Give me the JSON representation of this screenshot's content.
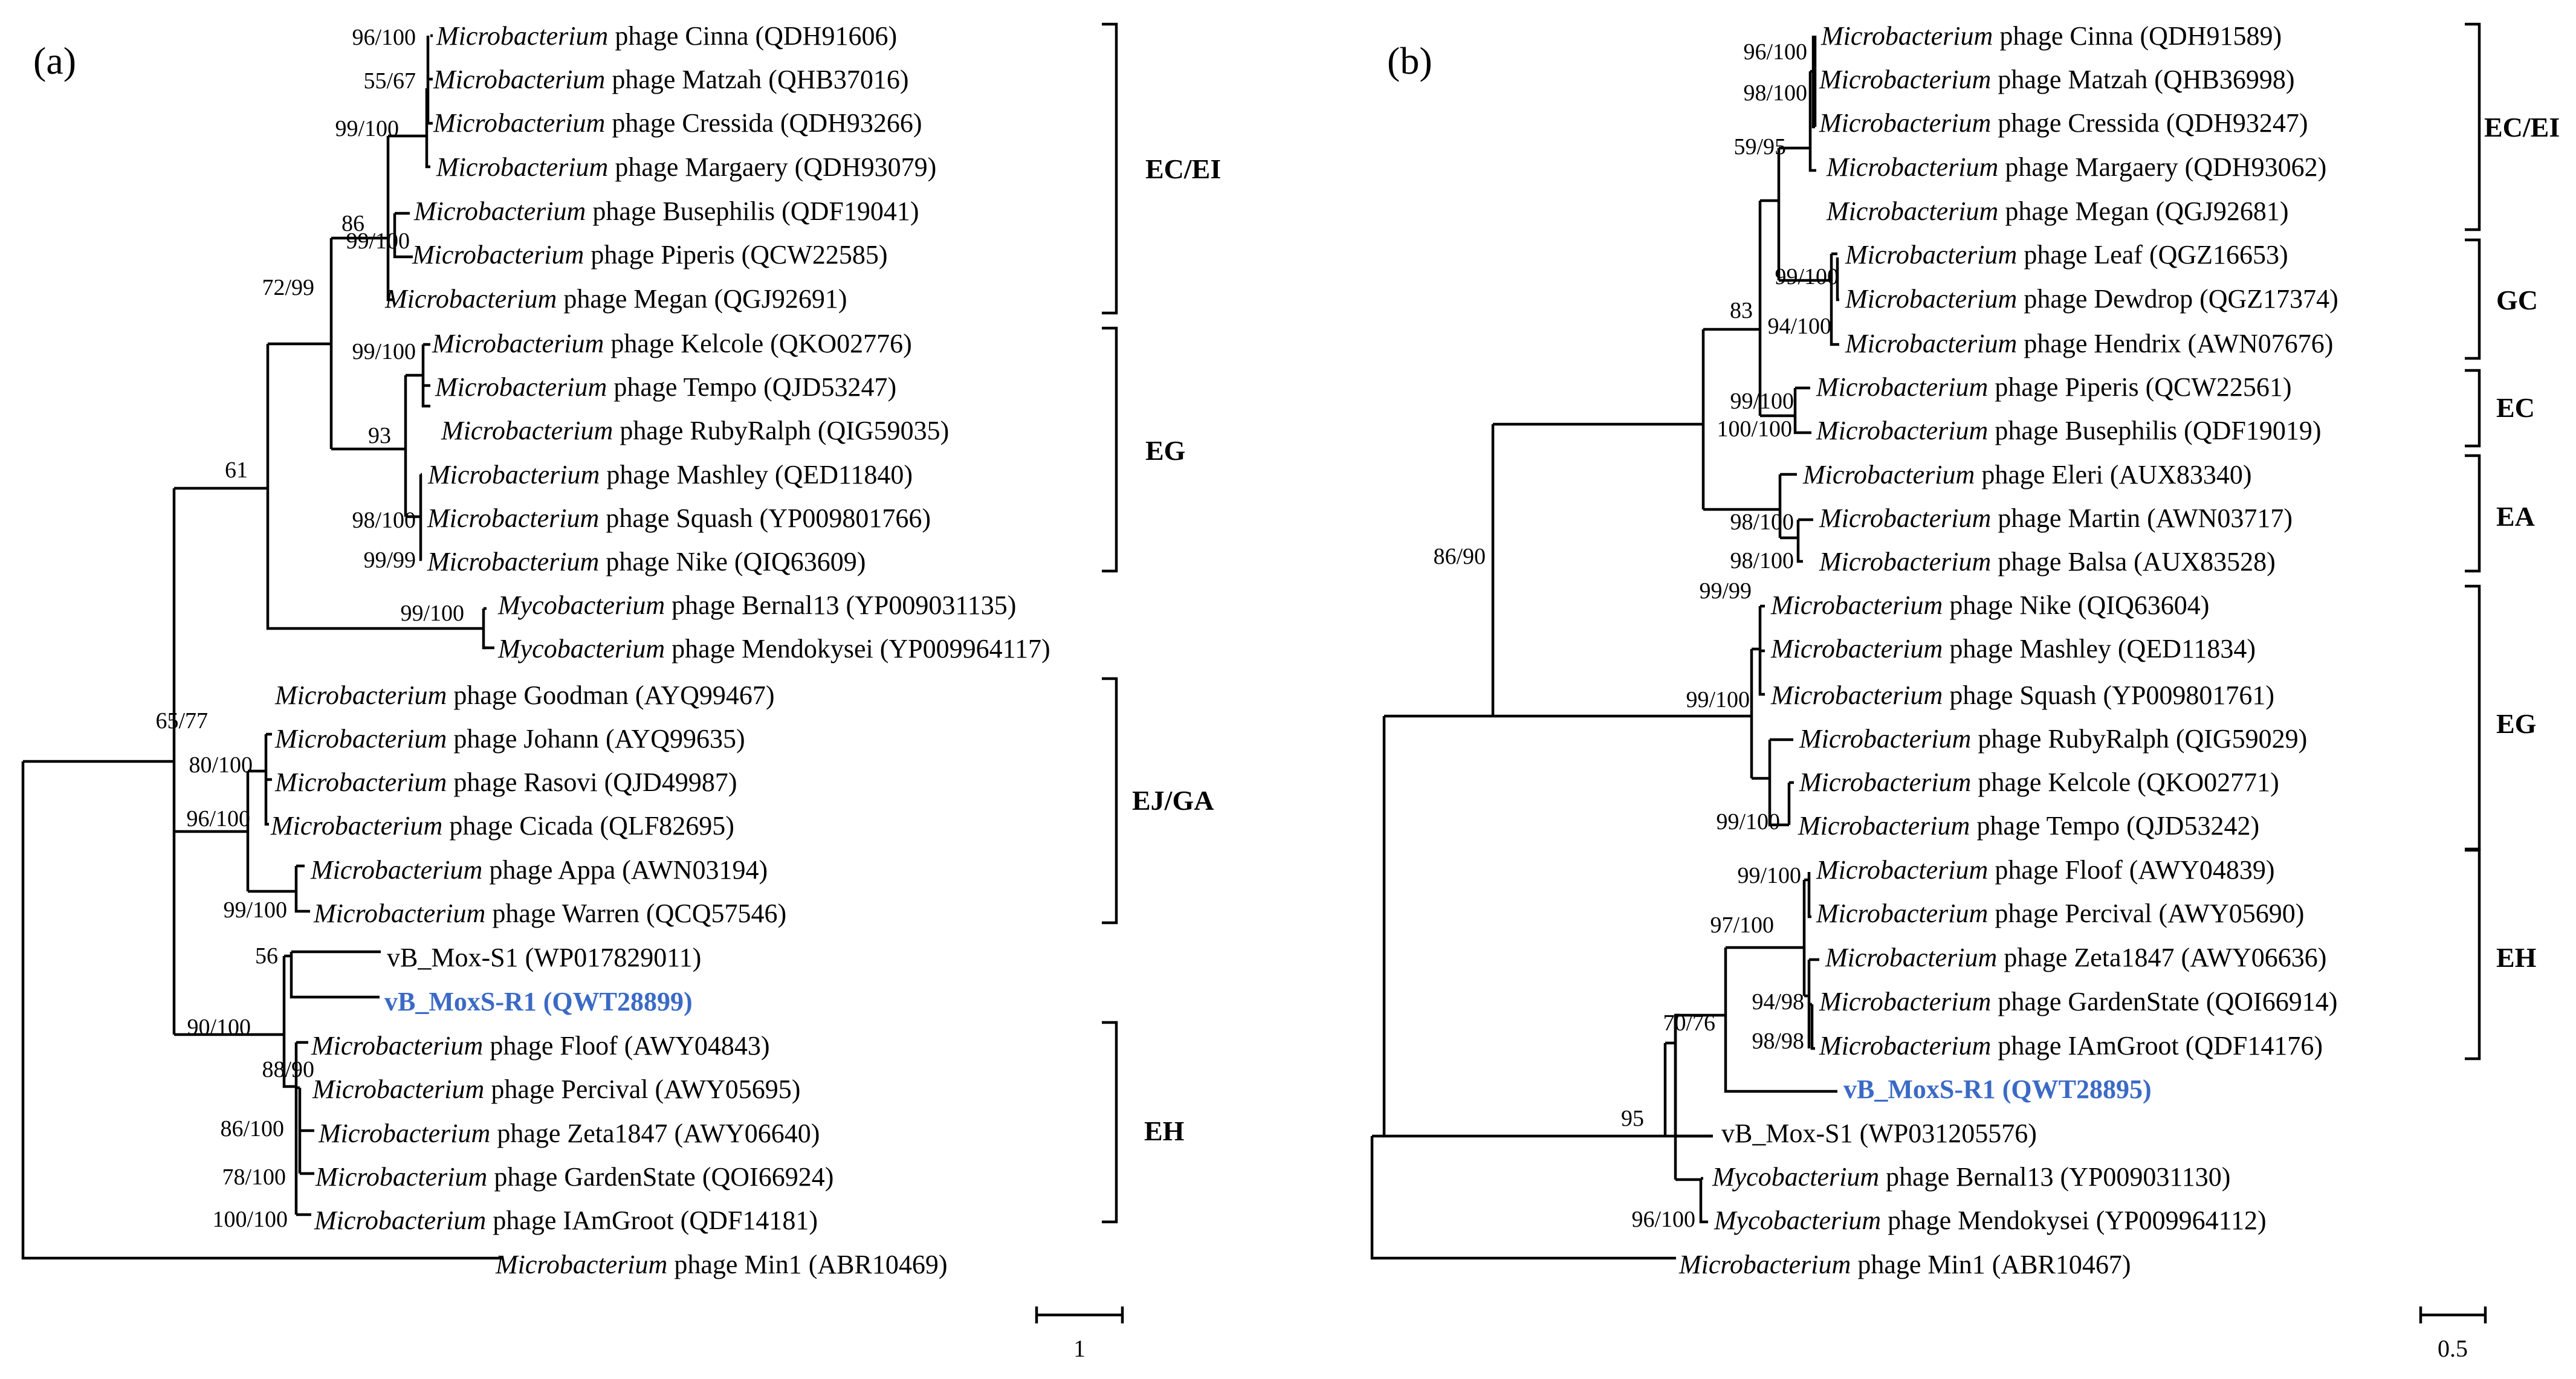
{
  "panels": [
    {
      "label": "(a)",
      "scale_label": "1",
      "taxa": [
        {
          "genus": "Microbacterium",
          "name": "phage Cinna (QDH91606)"
        },
        {
          "genus": "Microbacterium",
          "name": "phage Matzah (QHB37016)"
        },
        {
          "genus": "Microbacterium",
          "name": "phage Cressida (QDH93266)"
        },
        {
          "genus": "Microbacterium",
          "name": "phage Margaery (QDH93079)"
        },
        {
          "genus": "Microbacterium",
          "name": "phage Busephilis (QDF19041)"
        },
        {
          "genus": "Microbacterium",
          "name": "phage Piperis (QCW22585)"
        },
        {
          "genus": "Microbacterium",
          "name": "phage Megan (QGJ92691)"
        },
        {
          "genus": "Microbacterium",
          "name": "phage Kelcole (QKO02776)"
        },
        {
          "genus": "Microbacterium",
          "name": "phage Tempo (QJD53247)"
        },
        {
          "genus": "Microbacterium",
          "name": "phage RubyRalph (QIG59035)"
        },
        {
          "genus": "Microbacterium",
          "name": "phage Mashley (QED11840)"
        },
        {
          "genus": "Microbacterium",
          "name": "phage Squash (YP009801766)"
        },
        {
          "genus": "Microbacterium",
          "name": "phage Nike (QIQ63609)"
        },
        {
          "genus": "Mycobacterium",
          "name": "phage Bernal13 (YP009031135)"
        },
        {
          "genus": "Mycobacterium",
          "name": "phage Mendokysei (YP009964117)"
        },
        {
          "genus": "Microbacterium",
          "name": "phage Goodman (AYQ99467)"
        },
        {
          "genus": "Microbacterium",
          "name": "phage Johann (AYQ99635)"
        },
        {
          "genus": "Microbacterium",
          "name": "phage Rasovi (QJD49987)"
        },
        {
          "genus": "Microbacterium",
          "name": "phage Cicada (QLF82695)"
        },
        {
          "genus": "Microbacterium",
          "name": "phage Appa (AWN03194)"
        },
        {
          "genus": "Microbacterium",
          "name": "phage Warren (QCQ57546)"
        },
        {
          "genus": "",
          "name": "vB_Mox-S1 (WP017829011)"
        },
        {
          "genus": "",
          "name": "vB_MoxS-R1 (QWT28899)",
          "highlight": true
        },
        {
          "genus": "Microbacterium",
          "name": "phage Floof (AWY04843)"
        },
        {
          "genus": "Microbacterium",
          "name": "phage Percival (AWY05695)"
        },
        {
          "genus": "Microbacterium",
          "name": "phage Zeta1847 (AWY06640)"
        },
        {
          "genus": "Microbacterium",
          "name": "phage GardenState (QOI66924)"
        },
        {
          "genus": "Microbacterium",
          "name": "phage IAmGroot (QDF14181)"
        },
        {
          "genus": "Microbacterium",
          "name": "phage Min1 (ABR10469)"
        }
      ],
      "supports": [
        "96/100",
        "55/67",
        "99/100",
        "86",
        "99/100",
        "72/99",
        "99/100",
        "93",
        "98/100",
        "99/99",
        "61",
        "99/100",
        "65/77",
        "80/100",
        "96/100",
        "99/100",
        "56",
        "90/100",
        "88/90",
        "86/100",
        "78/100",
        "100/100"
      ],
      "groups": [
        "EC/EI",
        "EG",
        "EJ/GA",
        "EH"
      ]
    },
    {
      "label": "(b)",
      "scale_label": "0.5",
      "taxa": [
        {
          "genus": "Microbacterium",
          "name": "phage Cinna (QDH91589)"
        },
        {
          "genus": "Microbacterium",
          "name": "phage Matzah (QHB36998)"
        },
        {
          "genus": "Microbacterium",
          "name": "phage Cressida (QDH93247)"
        },
        {
          "genus": "Microbacterium",
          "name": "phage Margaery (QDH93062)"
        },
        {
          "genus": "Microbacterium",
          "name": "phage Megan (QGJ92681)"
        },
        {
          "genus": "Microbacterium",
          "name": "phage Leaf (QGZ16653)"
        },
        {
          "genus": "Microbacterium",
          "name": "phage Dewdrop (QGZ17374)"
        },
        {
          "genus": "Microbacterium",
          "name": "phage Hendrix (AWN07676)"
        },
        {
          "genus": "Microbacterium",
          "name": "phage Piperis (QCW22561)"
        },
        {
          "genus": "Microbacterium",
          "name": "phage Busephilis (QDF19019)"
        },
        {
          "genus": "Microbacterium",
          "name": "phage Eleri (AUX83340)"
        },
        {
          "genus": "Microbacterium",
          "name": "phage Martin (AWN03717)"
        },
        {
          "genus": "Microbacterium",
          "name": "phage Balsa (AUX83528)"
        },
        {
          "genus": "Microbacterium",
          "name": "phage Nike (QIQ63604)"
        },
        {
          "genus": "Microbacterium",
          "name": "phage Mashley (QED11834)"
        },
        {
          "genus": "Microbacterium",
          "name": "phage Squash (YP009801761)"
        },
        {
          "genus": "Microbacterium",
          "name": "phage RubyRalph (QIG59029)"
        },
        {
          "genus": "Microbacterium",
          "name": "phage Kelcole (QKO02771)"
        },
        {
          "genus": "Microbacterium",
          "name": "phage Tempo (QJD53242)"
        },
        {
          "genus": "Microbacterium",
          "name": "phage Floof (AWY04839)"
        },
        {
          "genus": "Microbacterium",
          "name": "phage Percival (AWY05690)"
        },
        {
          "genus": "Microbacterium",
          "name": "phage Zeta1847 (AWY06636)"
        },
        {
          "genus": "Microbacterium",
          "name": "phage GardenState (QOI66914)"
        },
        {
          "genus": "Microbacterium",
          "name": "phage IAmGroot (QDF14176)"
        },
        {
          "genus": "",
          "name": "vB_MoxS-R1 (QWT28895)",
          "highlight": true
        },
        {
          "genus": "",
          "name": "vB_Mox-S1 (WP031205576)"
        },
        {
          "genus": "Mycobacterium",
          "name": "phage Bernal13 (YP009031130)"
        },
        {
          "genus": "Mycobacterium",
          "name": "phage Mendokysei (YP009964112)"
        },
        {
          "genus": "Microbacterium",
          "name": "phage Min1 (ABR10467)"
        }
      ],
      "supports": [
        "96/100",
        "98/100",
        "59/95",
        "99/100",
        "94/100",
        "83",
        "100/100",
        "98/100",
        "98/100",
        "99/100",
        "86/90",
        "99/99",
        "99/100",
        "99/100",
        "99/100",
        "97/100",
        "94/98",
        "98/98",
        "70/76",
        "95",
        "96/100"
      ],
      "groups": [
        "EC/EI",
        "GC",
        "EC",
        "EA",
        "EG",
        "EH"
      ]
    }
  ],
  "colors": {
    "highlight": "#3b6ac6",
    "line": "#000000"
  }
}
